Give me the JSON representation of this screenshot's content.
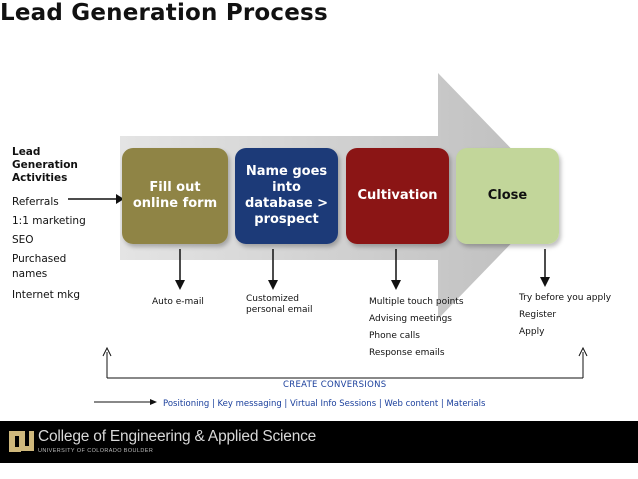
{
  "title": "Lead Generation Process",
  "lead_activities": {
    "heading": [
      "Lead",
      "Generation",
      "Activities"
    ],
    "items": [
      "Referrals",
      "1:1 marketing",
      "SEO",
      "Purchased",
      "names",
      "Internet mkg"
    ]
  },
  "stages": [
    {
      "lines": [
        "Fill out",
        "online form"
      ],
      "color": "#8f8445",
      "text_color": "#ffffff"
    },
    {
      "lines": [
        "Name goes",
        "into",
        "database >",
        "prospect"
      ],
      "color": "#1c3a78",
      "text_color": "#ffffff"
    },
    {
      "lines": [
        "Cultivation"
      ],
      "color": "#8b1515",
      "text_color": "#ffffff"
    },
    {
      "lines": [
        "Close"
      ],
      "color": "#c2d69a",
      "text_color": "#111111"
    }
  ],
  "outcomes": {
    "auto_email": "Auto e-mail",
    "customized": [
      "Customized",
      "personal email"
    ],
    "cultivation_items": [
      "Multiple touch points",
      "Advising meetings",
      "Phone calls",
      "Response emails"
    ],
    "close_items": [
      "Try before you apply",
      "Register",
      "Apply"
    ]
  },
  "create_conversions": "CREATE CONVERSIONS",
  "positioning_line": "Positioning | Key messaging | Virtual Info Sessions | Web content | Materials",
  "footer": {
    "college": "College of Engineering & Applied Science",
    "university": "UNIVERSITY OF COLORADO BOULDER",
    "logo_letters": "CU"
  },
  "colors": {
    "accent_blue": "#1a3f9c",
    "arrow_gray": "#c9c9c9",
    "footer_bg": "#000000"
  }
}
